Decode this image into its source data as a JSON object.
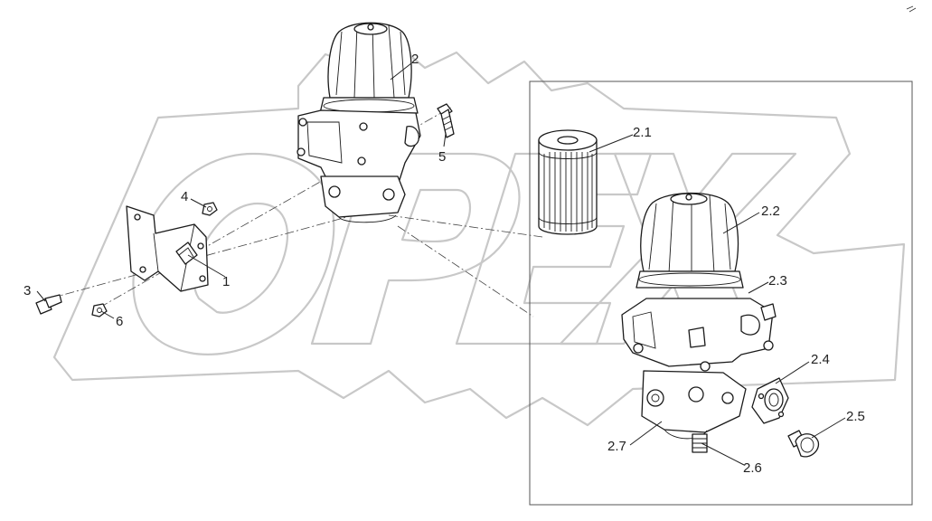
{
  "watermark": {
    "text": "OPEX"
  },
  "callouts": [
    {
      "id": "1",
      "label": "1"
    },
    {
      "id": "2",
      "label": "2"
    },
    {
      "id": "3",
      "label": "3"
    },
    {
      "id": "4",
      "label": "4"
    },
    {
      "id": "5",
      "label": "5"
    },
    {
      "id": "6",
      "label": "6"
    },
    {
      "id": "2_1",
      "label": "2.1"
    },
    {
      "id": "2_2",
      "label": "2.2"
    },
    {
      "id": "2_3",
      "label": "2.3"
    },
    {
      "id": "2_4",
      "label": "2.4"
    },
    {
      "id": "2_5",
      "label": "2.5"
    },
    {
      "id": "2_6",
      "label": "2.6"
    },
    {
      "id": "2_7",
      "label": "2.7"
    }
  ]
}
